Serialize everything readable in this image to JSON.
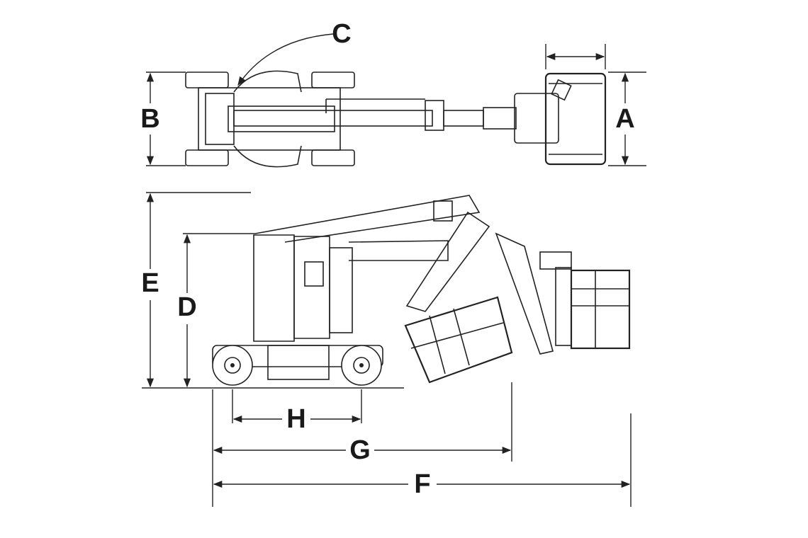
{
  "labels": {
    "A": "A",
    "B": "B",
    "C": "C",
    "D": "D",
    "E": "E",
    "F": "F",
    "G": "G",
    "H": "H"
  },
  "colors": {
    "line": "#222222",
    "background": "#ffffff"
  }
}
